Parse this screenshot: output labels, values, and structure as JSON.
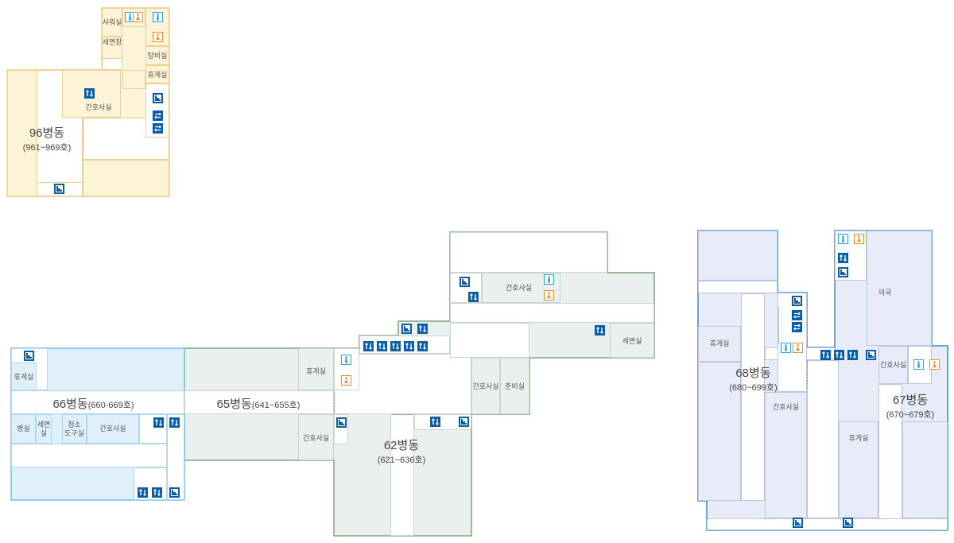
{
  "colors": {
    "ward96_fill": "#fdf3d6",
    "ward96_outline": "#f1c97e",
    "green_fill": "#eaf0ef",
    "green_outline": "#7fa57a",
    "ward66_fill": "#e0f0fa",
    "ward66_outline": "#6cc3ea",
    "right_fill": "#e8ecf8",
    "right_outline": "#3b8cc4",
    "icon_blue": "#0a5ea8",
    "restroom_male": "#29a3dc",
    "restroom_female": "#ef8a2b"
  },
  "wards": {
    "w96": {
      "name": "96병동",
      "range": "(961~969호)"
    },
    "w66": {
      "name": "66병동",
      "range": "(660-669호)"
    },
    "w65": {
      "name": "65병동",
      "range": "(641~655호)"
    },
    "w62": {
      "name": "62병동",
      "range": "(621~636호)"
    },
    "w68": {
      "name": "68병동",
      "range": "(680~699호)"
    },
    "w67": {
      "name": "67병동",
      "range": "(670~679호)"
    }
  },
  "rooms": {
    "b96_shower": "샤워실",
    "b96_washroom": "세면장",
    "b96_pantry": "탕비실",
    "b96_lounge": "휴게실",
    "b96_nurse": "간호사실",
    "b66_lounge": "휴게실",
    "b66_ward_room": "병실",
    "b66_wash": "세면\n실",
    "b66_cleaning": "청소\n도구실",
    "b66_nurse": "간호사실",
    "b65_lounge": "휴게실",
    "b65_nurse": "간호사실",
    "b62_nurse_top": "간호사실",
    "b62_wash": "세면실",
    "b62_nurse": "간호사실",
    "b62_prep": "준비실",
    "b68_lounge": "휴게실",
    "b68_nurse": "간호사실",
    "b68_lounge2": "휴게실",
    "b67_doctors": "의국",
    "b67_nurse": "간호사실"
  },
  "icons": {
    "stairs": "stairs-icon",
    "elevator": "elevator-icon",
    "escalator": "escalator-icon",
    "restroom_male": "male-restroom-icon",
    "restroom_female": "female-restroom-icon"
  }
}
